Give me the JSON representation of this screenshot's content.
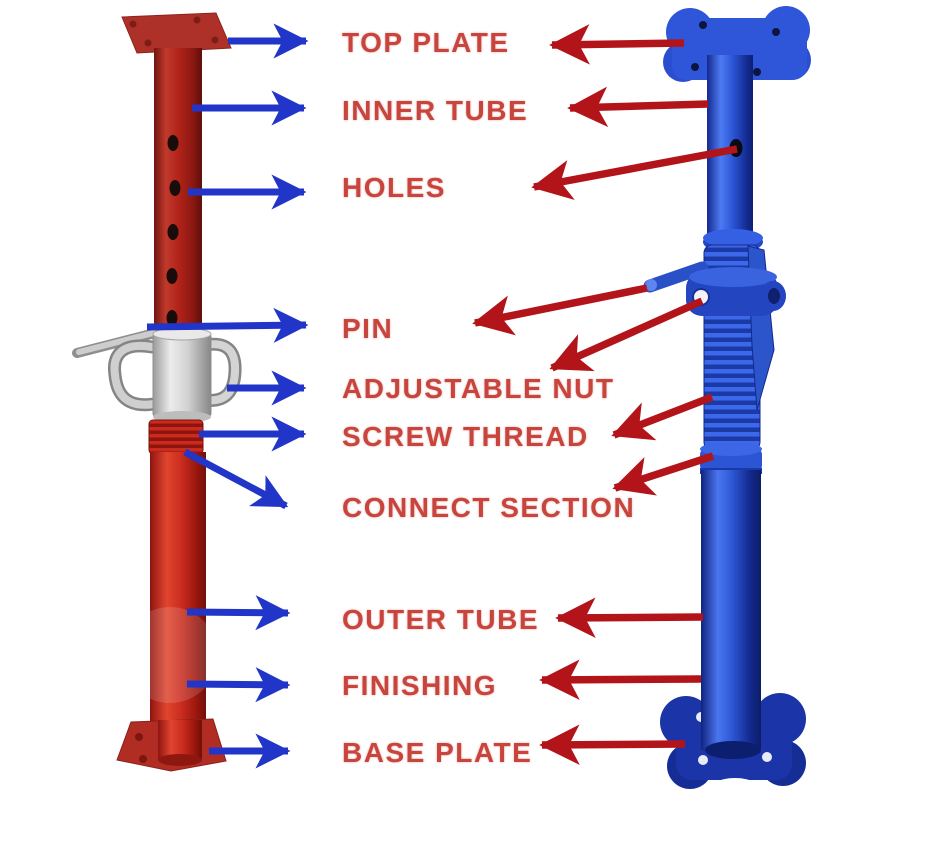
{
  "title": "Adjustable steel prop parts diagram",
  "labels": [
    {
      "id": "top-plate",
      "text": "TOP PLATE"
    },
    {
      "id": "inner-tube",
      "text": "INNER TUBE"
    },
    {
      "id": "holes",
      "text": "HOLES"
    },
    {
      "id": "pin",
      "text": "PIN"
    },
    {
      "id": "adjustable-nut",
      "text": "ADJUSTABLE NUT"
    },
    {
      "id": "screw-thread",
      "text": "SCREW THREAD"
    },
    {
      "id": "connect-section",
      "text": "CONNECT SECTION"
    },
    {
      "id": "outer-tube",
      "text": "OUTER TUBE"
    },
    {
      "id": "finishing",
      "text": "FINISHING"
    },
    {
      "id": "base-plate",
      "text": "BASE PLATE"
    }
  ],
  "colors": {
    "label_text": "#c8453e",
    "arrow_left_blue": "#2135c8",
    "arrow_right_red": "#b3141a",
    "red_prop_main": "#c0261c",
    "blue_prop_main": "#2d5bd8"
  },
  "props": {
    "left": "red adjustable steel prop",
    "right": "blue adjustable steel prop"
  }
}
